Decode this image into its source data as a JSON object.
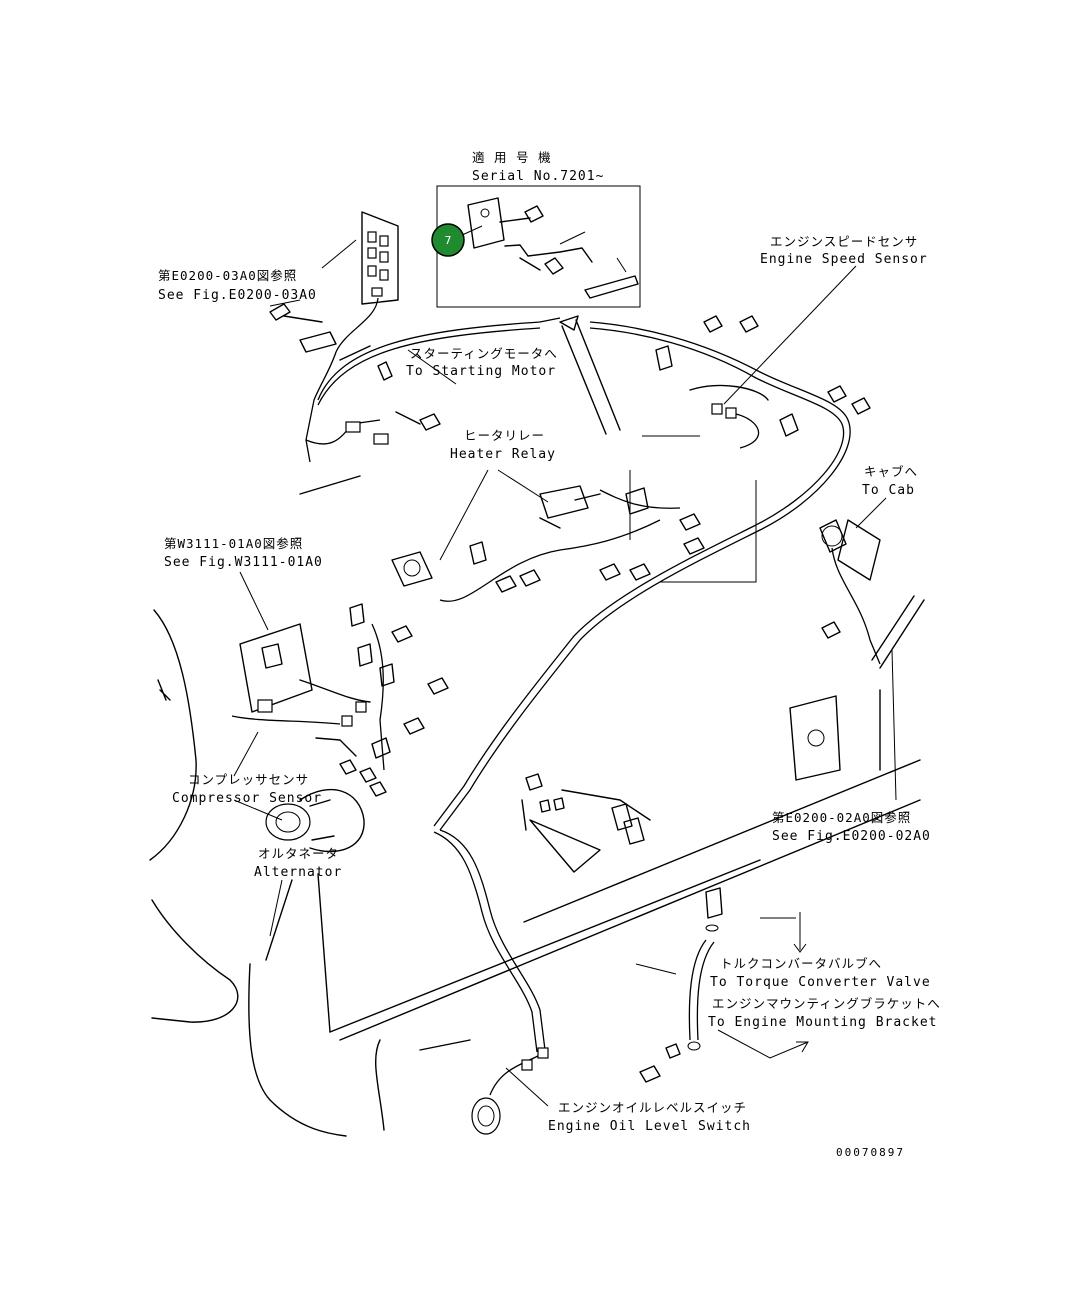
{
  "callout": {
    "number": "7"
  },
  "labels": {
    "serial_jp": "適 用 号 機",
    "serial_en": "Serial No.7201~",
    "ref_e0200_03a0_jp": "第E0200-03A0図参照",
    "ref_e0200_03a0_en": "See Fig.E0200-03A0",
    "engine_speed_sensor_jp": "エンジンスピードセンサ",
    "engine_speed_sensor_en": "Engine Speed Sensor",
    "starting_motor_jp": "スターティングモータへ",
    "starting_motor_en": "To Starting Motor",
    "heater_relay_jp": "ヒータリレー",
    "heater_relay_en": "Heater Relay",
    "to_cab_jp": "キャブへ",
    "to_cab_en": "To Cab",
    "ref_w3111_01a0_jp": "第W3111-01A0図参照",
    "ref_w3111_01a0_en": "See Fig.W3111-01A0",
    "compressor_sensor_jp": "コンプレッサセンサ",
    "compressor_sensor_en": "Compressor Sensor",
    "alternator_jp": "オルタネータ",
    "alternator_en": "Alternator",
    "ref_e0200_02a0_jp": "第E0200-02A0図参照",
    "ref_e0200_02a0_en": "See Fig.E0200-02A0",
    "torque_converter_jp": "トルクコンバータバルブへ",
    "torque_converter_en": "To Torque Converter Valve",
    "engine_mounting_jp": "エンジンマウンティングブラケットへ",
    "engine_mounting_en": "To Engine Mounting Bracket",
    "oil_level_switch_jp": "エンジンオイルレベルスイッチ",
    "oil_level_switch_en": "Engine Oil Level Switch",
    "drawing_number": "00070897"
  }
}
